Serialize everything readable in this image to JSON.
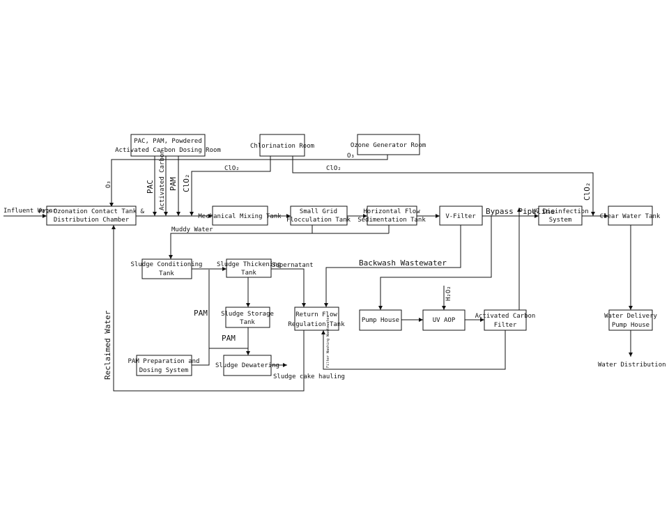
{
  "nodes": {
    "pre_ozonation": [
      "Pre-Ozonation Contact Tank &",
      "Distribution Chamber"
    ],
    "dosing_room": [
      "PAC, PAM, Powdered",
      "Activated Carbon Dosing Room"
    ],
    "chlorination": "Chlorination Room",
    "ozone_gen": "Ozone Generator Room",
    "mixing": "Mechanical Mixing Tank",
    "flocculation": [
      "Small Grid",
      "Flocculation Tank"
    ],
    "sedimentation": [
      "Horizontal Flow",
      "Sedimentation Tank"
    ],
    "vfilter": "V-Filter",
    "uv_disinfection": [
      "UV Disinfection",
      "System"
    ],
    "clear_water": "Clear Water Tank",
    "sludge_conditioning": [
      "Sludge Conditioning",
      "Tank"
    ],
    "sludge_thickening": [
      "Sludge Thickening",
      "Tank"
    ],
    "sludge_storage": [
      "Sludge Storage",
      "Tank"
    ],
    "sludge_dewatering": "Sludge Dewatering",
    "pam_prep": [
      "PAM Preparation and",
      "Dosing System"
    ],
    "return_flow": [
      "Return Flow",
      "Regulation Tank"
    ],
    "pump_house": "Pump House",
    "uv_aop": "UV AOP",
    "activated_carbon_filter": [
      "Activated Carbon",
      "Filter"
    ],
    "water_delivery": [
      "Water Delivery",
      "Pump House"
    ]
  },
  "labels": {
    "influent": "Influent Water",
    "o3_left": "O₃",
    "o3_right": "O₃",
    "pac": "PAC",
    "activated_carbon": "Activated Carbon",
    "pam_top": "PAM",
    "clo2_dose": "ClO₂",
    "clo2_top1": "ClO₂",
    "clo2_top2": "ClO₂",
    "clo2_right": "ClO₂",
    "muddy_water": "Muddy Water",
    "bypass": "Bypass Pipeline",
    "supernatant": "Supernatant",
    "backwash": "Backwash Wastewater",
    "h2o2": "H₂O₂",
    "pam_mid": "PAM",
    "pam_low": "PAM",
    "reclaimed": "Reclaimed Water",
    "sludge_cake": "Sludge cake hauling",
    "filter_washing": "Filter Washing Wastewater",
    "distribution": "Water Distribution Network"
  }
}
